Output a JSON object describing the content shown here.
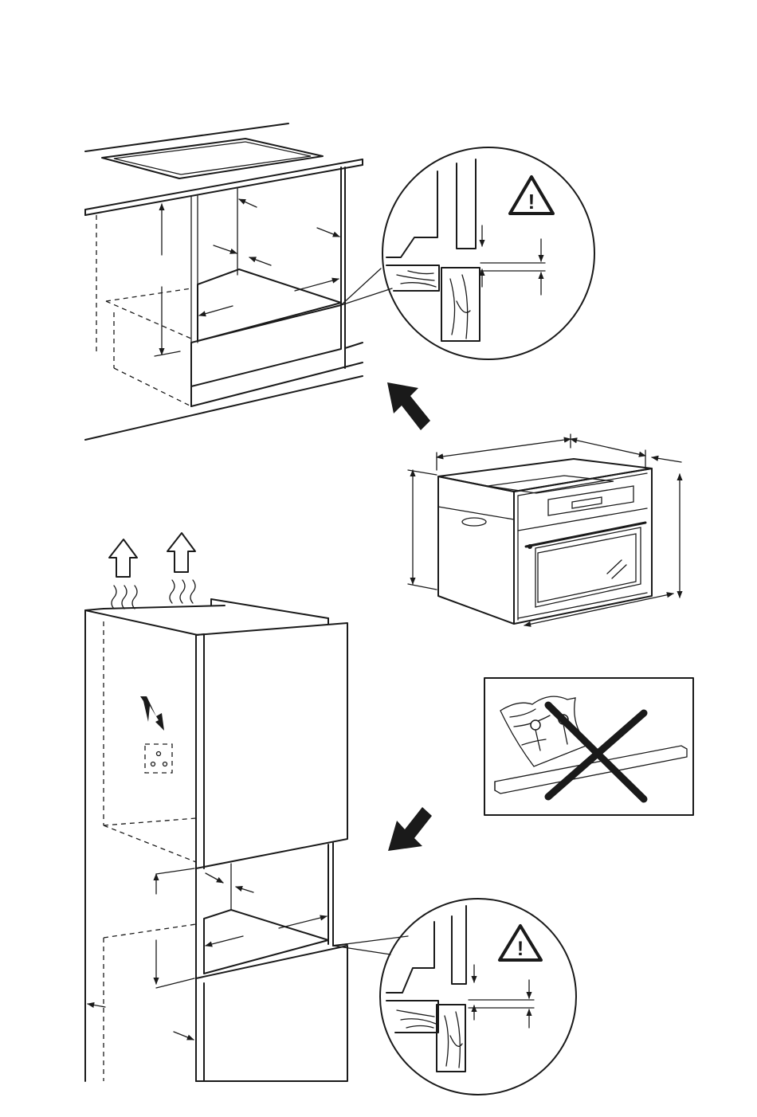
{
  "figures": {
    "under_counter_installation": {
      "icon": "cabinet-under-worktop"
    },
    "tall_cabinet_installation": {
      "icon": "cabinet-column"
    },
    "oven_dimensions": {
      "icon": "built-in-oven"
    },
    "no_screws": {
      "icon": "prohibited-screws"
    }
  },
  "warnings": {
    "top": {
      "symbol": "!"
    },
    "bottom": {
      "symbol": "!"
    }
  },
  "colors": {
    "line": "#1a1a1a",
    "background": "#ffffff"
  }
}
